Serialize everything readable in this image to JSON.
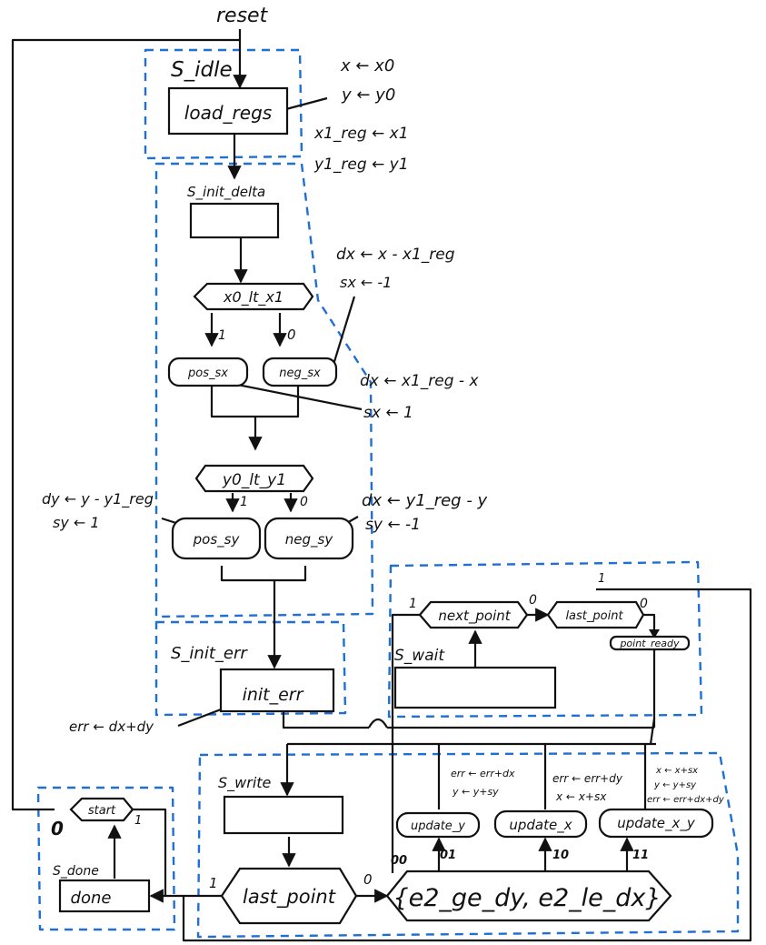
{
  "input": "reset",
  "states": {
    "idle": {
      "name": "S_idle",
      "action": "load_regs",
      "assign": [
        "x ← x0",
        "y ← y0",
        "x1_reg ← x1",
        "y1_reg ← y1"
      ]
    },
    "init_delta": {
      "name": "S_init_delta",
      "cond_x": "x0_lt_x1",
      "pos_sx": "pos_sx",
      "neg_sx": "neg_sx",
      "neg_sx_assign": [
        "dx ← x - x1_reg",
        "sx ← -1"
      ],
      "pos_sx_assign": [
        "dx ← x1_reg - x",
        "sx ← 1"
      ],
      "cond_y": "y0_lt_y1",
      "pos_sy": "pos_sy",
      "neg_sy": "neg_sy",
      "pos_sy_assign": [
        "dy ← y - y1_reg",
        "sy ← 1"
      ],
      "neg_sy_assign": [
        "dx ← y1_reg - y",
        "sy ← -1"
      ]
    },
    "init_err": {
      "name": "S_init_err",
      "action": "init_err",
      "assign": "err ← dx+dy"
    },
    "wait": {
      "name": "S_wait",
      "cond_next": "next_point",
      "cond_last": "last_point",
      "output": "point_ready"
    },
    "write": {
      "name": "S_write",
      "cond_last": "last_point",
      "cond_err": "{e2_ge_dy, e2_le_dx}",
      "update_y": "update_y",
      "update_x": "update_x",
      "update_xy": "update_x_y",
      "update_y_assign": [
        "err ← err+dx",
        "y ← y+sy"
      ],
      "update_x_assign": [
        "err ← err+dy",
        "x ← x+sx"
      ],
      "update_xy_assign": [
        "x ← x+sx",
        "y ← y+sy",
        "err ← err+dx+dy"
      ]
    },
    "done": {
      "name": "S_done",
      "cond": "start",
      "action": "done"
    }
  },
  "branch_labels": {
    "one": "1",
    "zero": "0",
    "b00": "00",
    "b01": "01",
    "b10": "10",
    "b11": "11"
  }
}
